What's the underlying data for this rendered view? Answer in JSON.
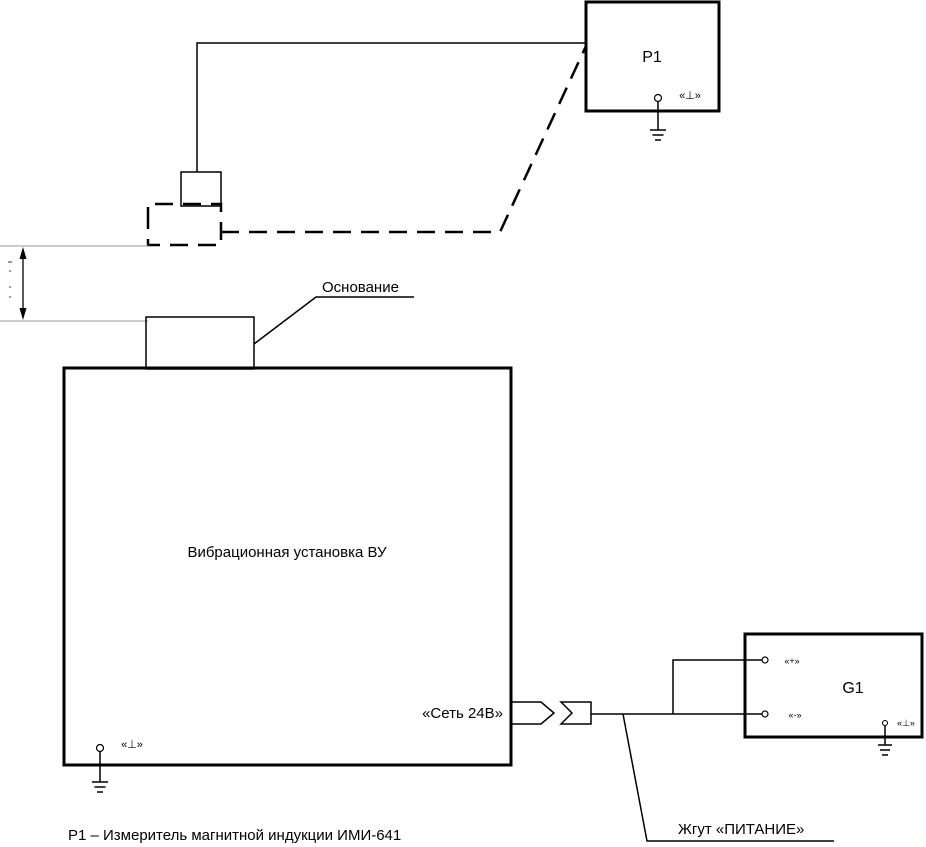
{
  "labels": {
    "p1_box": "P1",
    "p1_ground": "«⊥»",
    "base": "Основание",
    "vu_main": "Вибрационная установка ВУ",
    "vu_ground": "«⊥»",
    "net_port": "«Сеть 24В»",
    "g1_box": "G1",
    "g1_plus": "«+»",
    "g1_minus": "«-»",
    "g1_ground": "«⊥»",
    "harness": "Жгут «ПИТАНИЕ»",
    "legend": "P1 – Измеритель магнитной индукции ИМИ-641"
  }
}
